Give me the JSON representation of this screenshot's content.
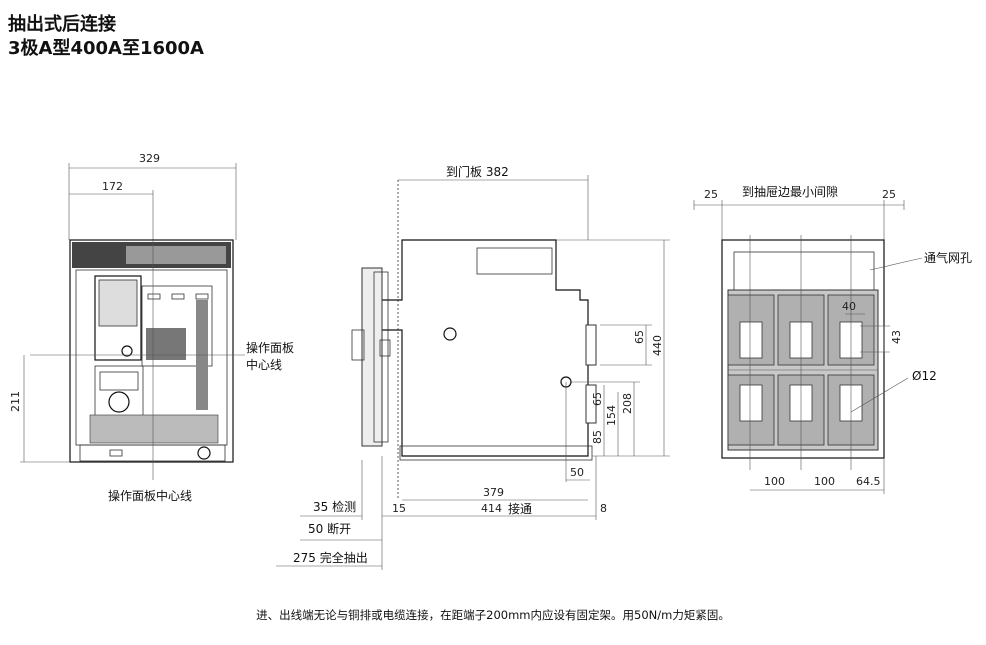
{
  "title_line1": "抽出式后连接",
  "title_line2": "3极A型400A至1600A",
  "front_view": {
    "dim_width": "329",
    "dim_center": "172",
    "dim_height": "211",
    "panel_center_label_1": "操作面板",
    "panel_center_label_2": "中心线",
    "panel_center_label_bottom": "操作面板中心线"
  },
  "side_view": {
    "to_door": "到门板 382",
    "dim_440": "440",
    "dim_65_top": "65",
    "dim_65": "65",
    "dim_208": "208",
    "dim_154": "154",
    "dim_85": "85",
    "dim_50": "50",
    "dim_379": "379",
    "dim_15": "15",
    "dim_414": "414",
    "connected": "接通",
    "dim_8": "8",
    "test": "35 检测",
    "disconnected": "50 断开",
    "fully_withdrawn": "275 完全抽出"
  },
  "rear_view": {
    "drawer_edge_min": "到抽屉边最小间隙",
    "dim_25_left": "25",
    "dim_25_right": "25",
    "vent": "通气网孔",
    "dim_40": "40",
    "dim_43": "43",
    "hole": "Ø12",
    "dim_100_a": "100",
    "dim_100_b": "100",
    "dim_64_5": "64.5"
  },
  "footnote": "进、出线端无论与铜排或电缆连接，在距端子200mm内应设有固定架。用50N/m力矩紧固。"
}
